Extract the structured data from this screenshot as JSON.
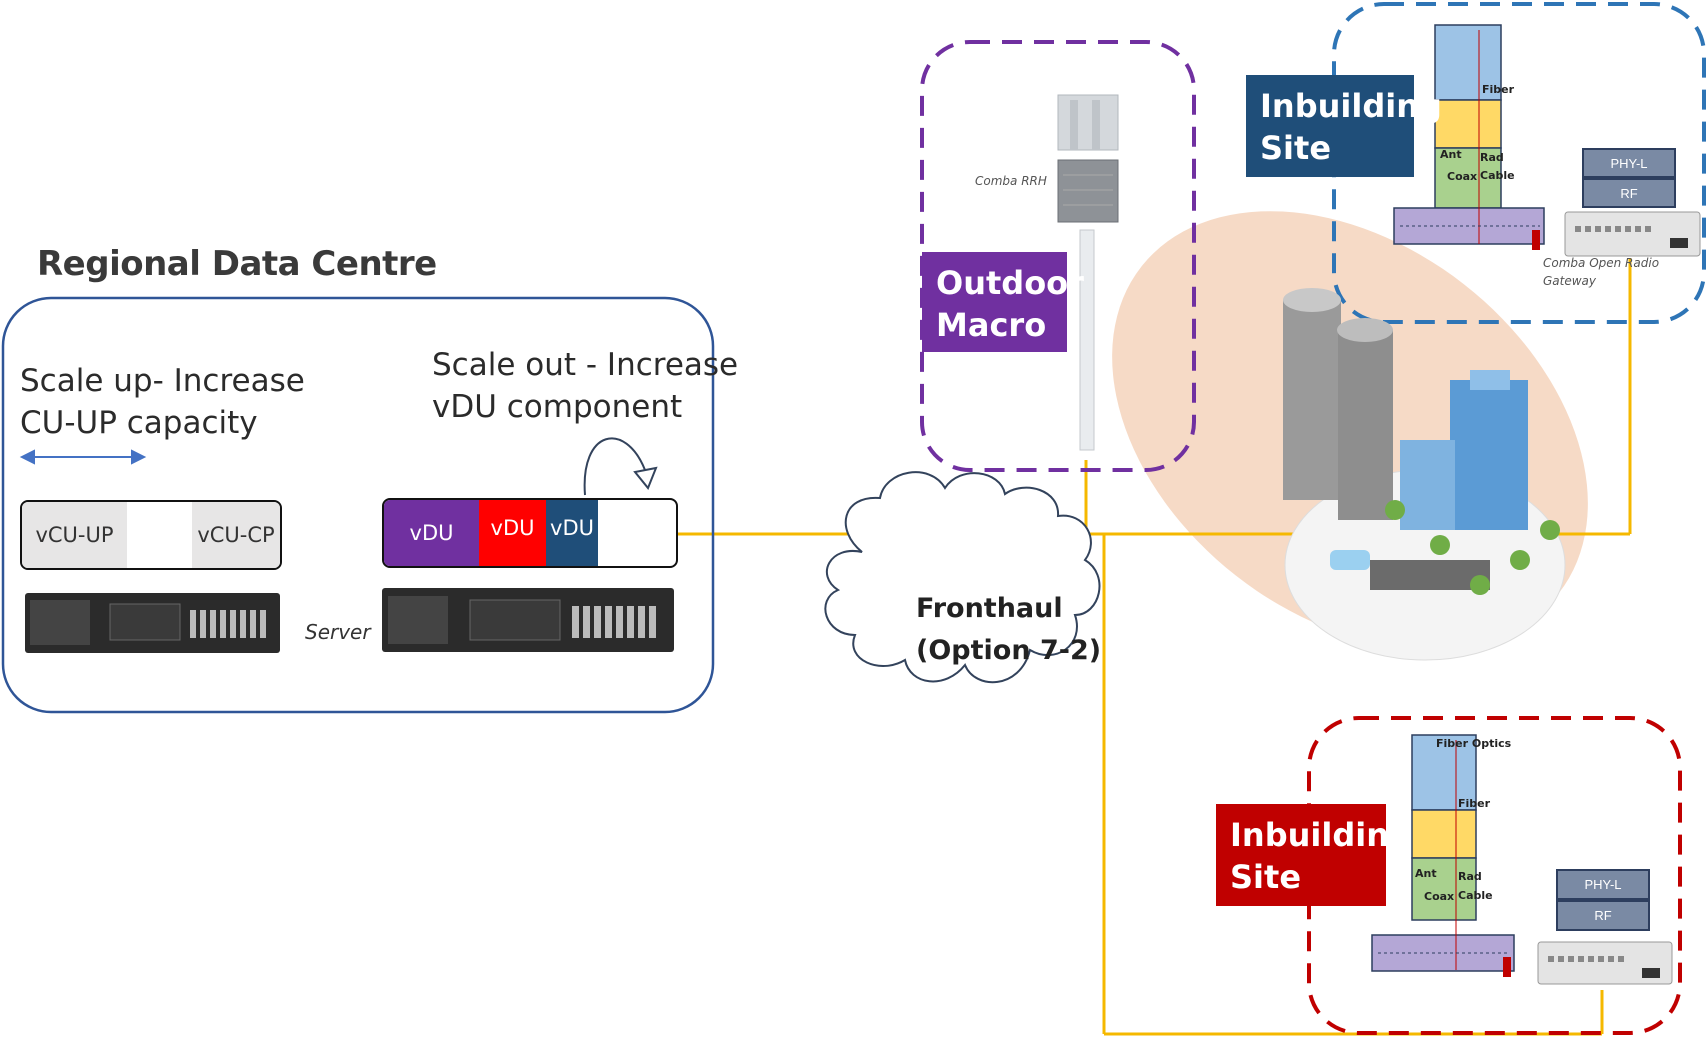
{
  "regional": {
    "title": "Regional Data Centre",
    "scale_up": {
      "line1": "Scale up- Increase",
      "line2": "CU-UP capacity"
    },
    "scale_out": {
      "line1": "Scale out - Increase",
      "line2": "vDU component"
    },
    "cu_bar": {
      "left": "vCU-UP",
      "right": "vCU-CP"
    },
    "du_bar": {
      "seg1": "vDU",
      "seg2": "vDU",
      "seg3": "vDU"
    },
    "server_label": "Server"
  },
  "fronthaul": {
    "line1": "Fronthaul",
    "line2": "(Option 7-2)"
  },
  "outdoor": {
    "line1": "Outdoor",
    "line2": "Macro",
    "rrh_label": "Comba RRH"
  },
  "inbuilding_top": {
    "line1": "Inbuilding",
    "line2": "Site",
    "layers": {
      "phy": "PHY-L",
      "rf": "RF"
    },
    "gateway_label": {
      "line1": "Comba Open Radio",
      "line2": "Gateway"
    },
    "labels": {
      "fiber": "Fiber",
      "ant": "Ant",
      "coax": "Coax",
      "rad": "Rad",
      "cable": "Cable"
    }
  },
  "inbuilding_bottom": {
    "line1": "Inbuilding",
    "line2": "Site",
    "layers": {
      "phy": "PHY-L",
      "rf": "RF"
    },
    "labels": {
      "fiber_optics": "Fiber Optics",
      "fiber": "Fiber",
      "ant": "Ant",
      "coax": "Coax",
      "rad": "Rad",
      "cable": "Cable"
    }
  },
  "colors": {
    "purple": "#7030a0",
    "navy": "#1f4e79",
    "red": "#c00000",
    "vdu_red": "#ff0000",
    "link": "#f5b800",
    "frame_blue": "#2e75b6",
    "frame_purple": "#7030a0",
    "frame_red": "#c00000",
    "rdc_border": "#2f5597"
  }
}
